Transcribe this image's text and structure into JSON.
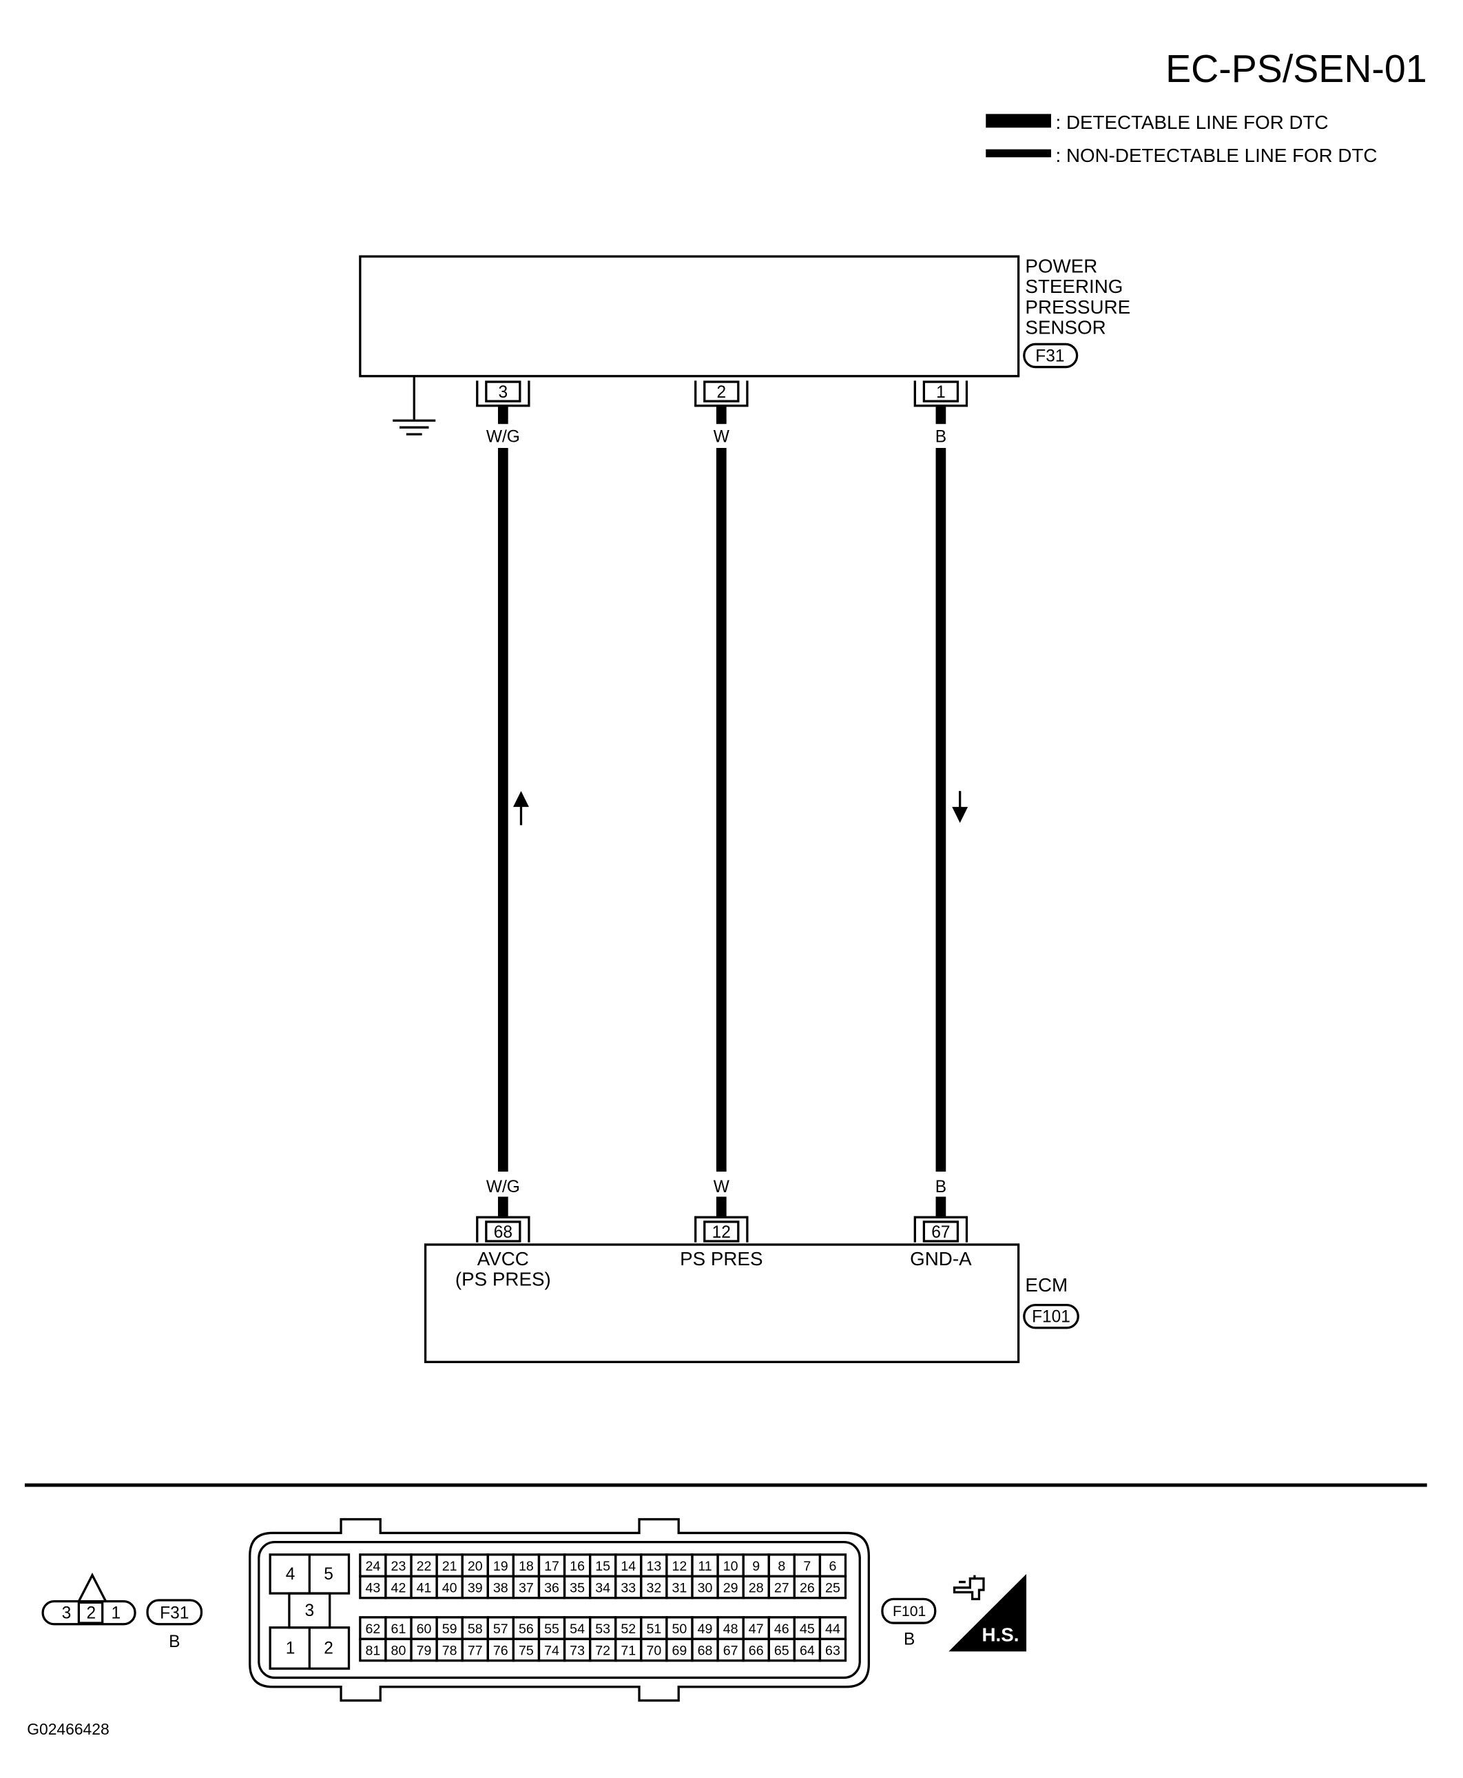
{
  "header": {
    "title": "EC-PS/SEN-01"
  },
  "legend": {
    "detectable": ": DETECTABLE LINE FOR DTC",
    "non_detectable": ": NON-DETECTABLE LINE FOR DTC"
  },
  "sensor": {
    "name_lines": [
      "POWER",
      "STEERING",
      "PRESSURE",
      "SENSOR"
    ],
    "connector": "F31",
    "pins": [
      {
        "pin": "3",
        "wire": "W/G"
      },
      {
        "pin": "2",
        "wire": "W"
      },
      {
        "pin": "1",
        "wire": "B"
      }
    ]
  },
  "ecm": {
    "name": "ECM",
    "connector": "F101",
    "pins": [
      {
        "pin": "68",
        "wire": "W/G",
        "terminal": [
          "AVCC",
          "(PS PRES)"
        ]
      },
      {
        "pin": "12",
        "wire": "W",
        "terminal": [
          "PS PRES"
        ]
      },
      {
        "pin": "67",
        "wire": "B",
        "terminal": [
          "GND-A"
        ]
      }
    ]
  },
  "connector_views": {
    "f31": {
      "pins": [
        "3",
        "2",
        "1"
      ],
      "label": "F31",
      "color": "B"
    },
    "f101": {
      "left_block": [
        "4",
        "5",
        "3",
        "1",
        "2"
      ],
      "top_rows": [
        [
          "24",
          "23",
          "22",
          "21",
          "20",
          "19",
          "18",
          "17",
          "16",
          "15",
          "14",
          "13",
          "12",
          "11",
          "10",
          "9",
          "8",
          "7",
          "6"
        ],
        [
          "43",
          "42",
          "41",
          "40",
          "39",
          "38",
          "37",
          "36",
          "35",
          "34",
          "33",
          "32",
          "31",
          "30",
          "29",
          "28",
          "27",
          "26",
          "25"
        ]
      ],
      "bottom_rows": [
        [
          "62",
          "61",
          "60",
          "59",
          "58",
          "57",
          "56",
          "55",
          "54",
          "53",
          "52",
          "51",
          "50",
          "49",
          "48",
          "47",
          "46",
          "45",
          "44"
        ],
        [
          "81",
          "80",
          "79",
          "78",
          "77",
          "76",
          "75",
          "74",
          "73",
          "72",
          "71",
          "70",
          "69",
          "68",
          "67",
          "66",
          "65",
          "64",
          "63"
        ]
      ],
      "label": "F101",
      "color": "B"
    },
    "hs_badge": "H.S."
  },
  "footer": {
    "image_id": "G02466428"
  },
  "colors": {
    "ink": "#000000",
    "paper": "#ffffff"
  },
  "icons": [
    "ground-symbol-icon",
    "arrow-up-icon",
    "arrow-down-icon",
    "harness-hand-icon"
  ]
}
